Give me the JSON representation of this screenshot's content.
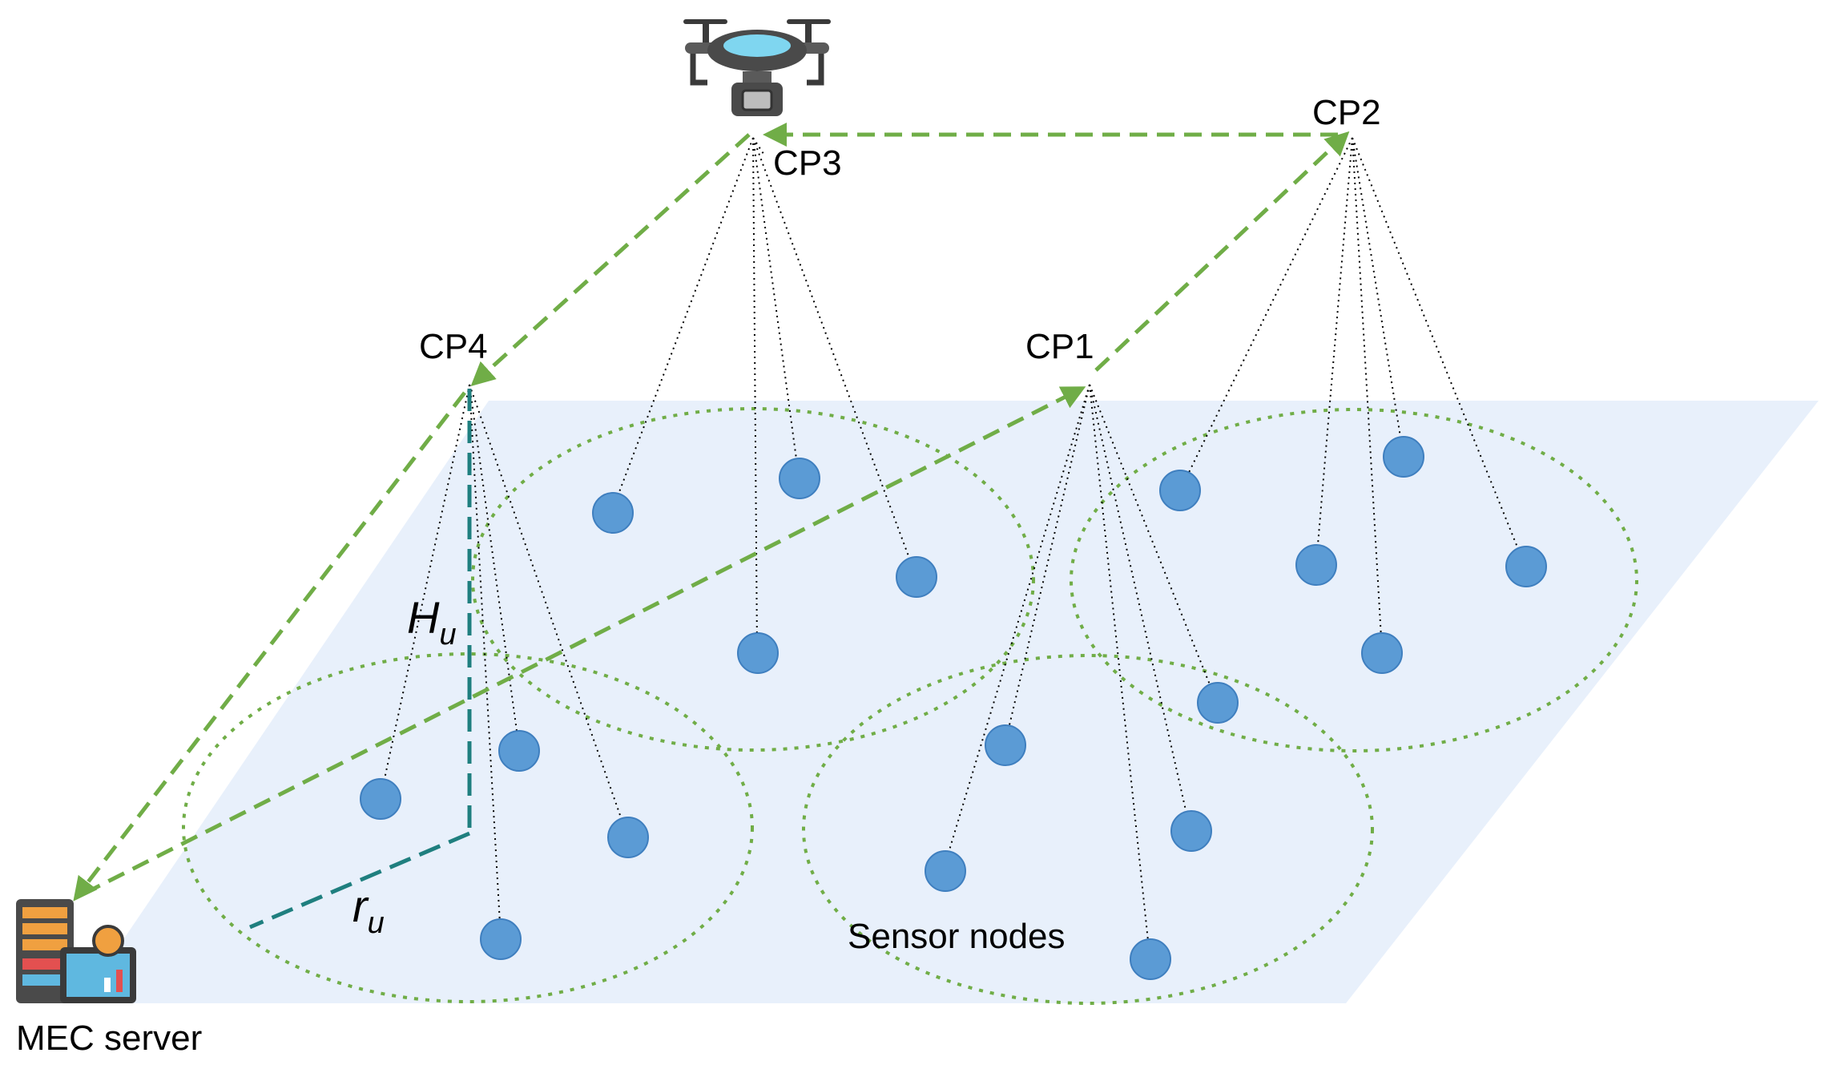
{
  "labels": {
    "cp1": "CP1",
    "cp2": "CP2",
    "cp3": "CP3",
    "cp4": "CP4",
    "mec_server": "MEC server",
    "sensor_nodes": "Sensor nodes",
    "height_main": "H",
    "height_sub": "u",
    "radius_main": "r",
    "radius_sub": "u"
  },
  "colors": {
    "plane": "#e8f0fb",
    "node_fill": "#5b9bd5",
    "node_stroke": "#3f7fbf",
    "cluster_ring": "#70ad47",
    "flight_path": "#70ad47",
    "geometry_line": "#1f7f7f",
    "link_line": "#000000"
  },
  "icons": {
    "uav": "drone-icon",
    "server": "server-icon"
  }
}
